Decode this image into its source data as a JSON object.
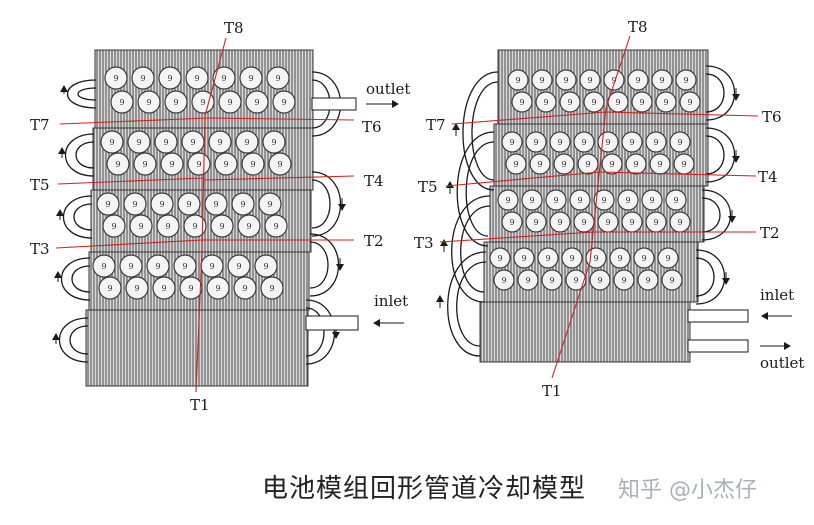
{
  "caption": "电池模组回形管道冷却模型",
  "watermark": "知乎 @小杰仔",
  "colors": {
    "fin": "#6d6d6d",
    "fin_bg": "#d9d9d9",
    "cell_fill": "#f4f4f4",
    "cell_stroke": "#3c3c3c",
    "probe_line": "#d0221c",
    "text": "#1a1a1a"
  },
  "cell_glyph": "9",
  "left_model": {
    "sensors": {
      "T1": "T1",
      "T2": "T2",
      "T3": "T3",
      "T4": "T4",
      "T5": "T5",
      "T6": "T6",
      "T7": "T7",
      "T8": "T8"
    },
    "inlet_label": "inlet",
    "outlet_label": "outlet"
  },
  "right_model": {
    "sensors": {
      "T1": "T1",
      "T2": "T2",
      "T3": "T3",
      "T4": "T4",
      "T5": "T5",
      "T6": "T6",
      "T7": "T7",
      "T8": "T8"
    },
    "inlet_label": "inlet",
    "outlet_label": "outlet"
  }
}
